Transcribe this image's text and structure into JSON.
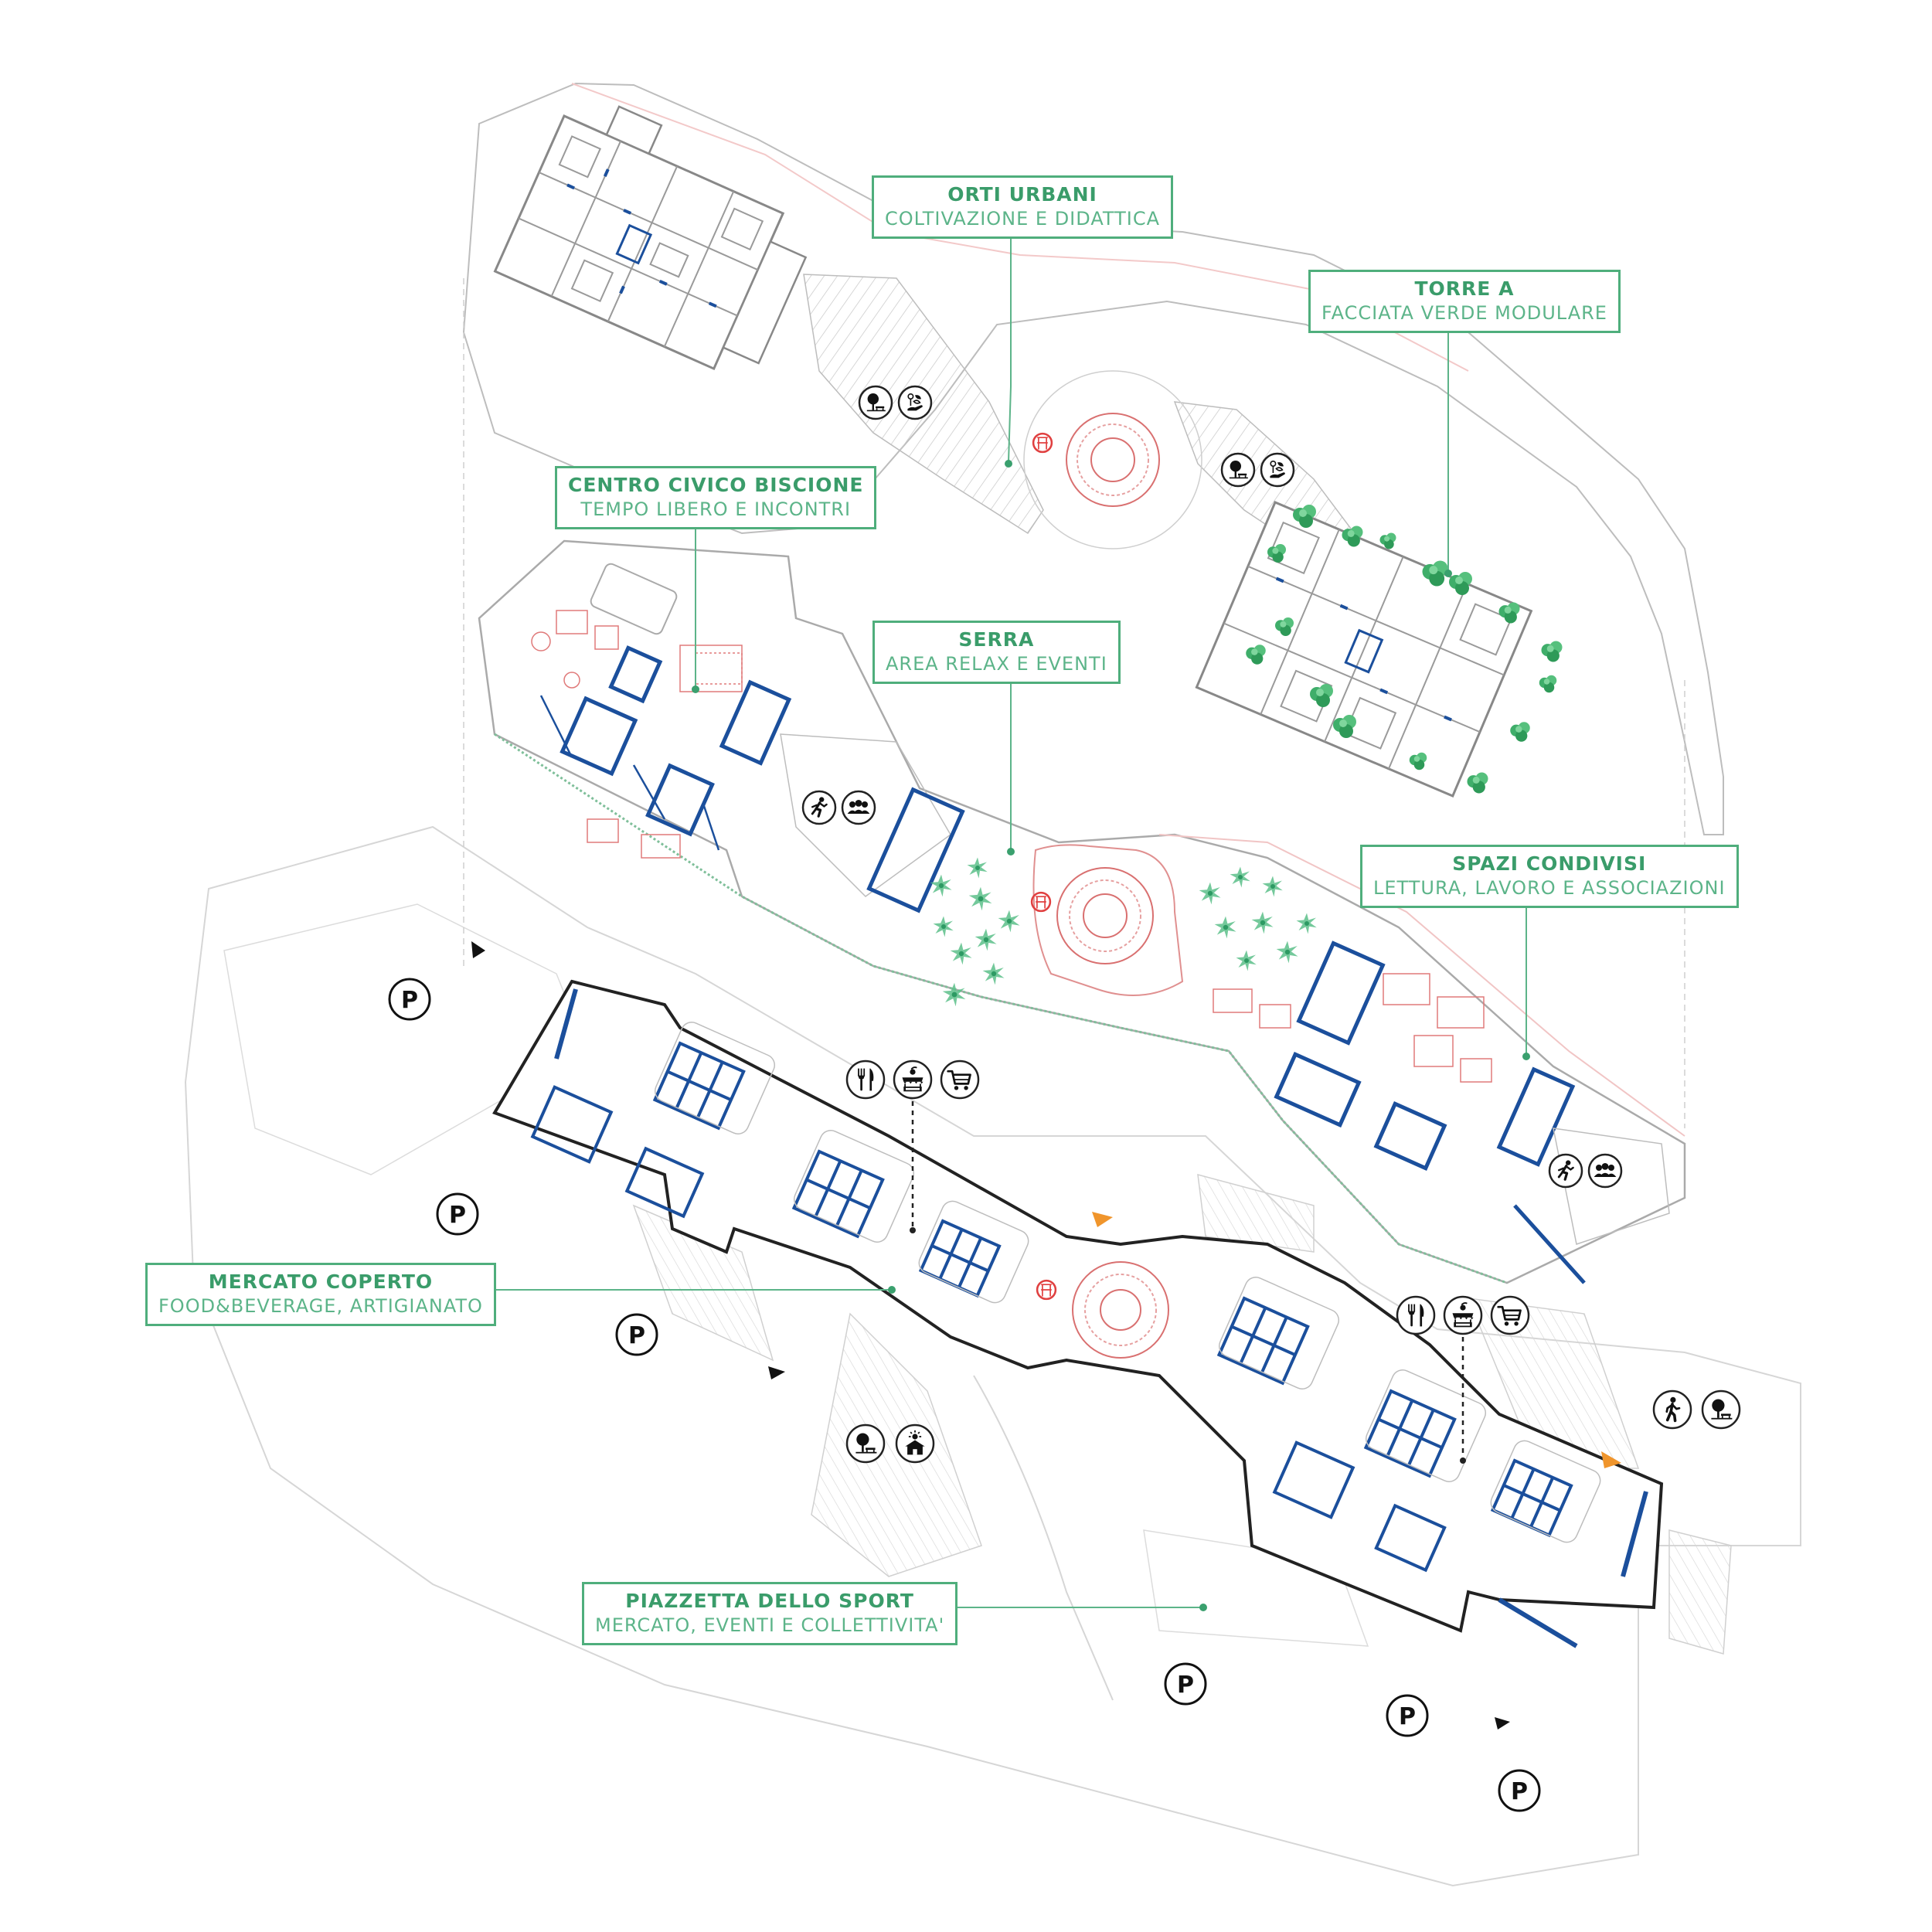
{
  "colors": {
    "accent_green": "#3a9c6a",
    "callout_border": "#4fae7c",
    "wall_blue": "#1b4f9c",
    "furniture_red": "#d96a6a",
    "outline_gray": "#a8a8a8",
    "arrow_orange": "#f0952c"
  },
  "callouts": [
    {
      "id": "orti",
      "title": "ORTI URBANI",
      "subtitle": "COLTIVAZIONE E DIDATTICA"
    },
    {
      "id": "torre",
      "title": "TORRE A",
      "subtitle": "FACCIATA VERDE MODULARE"
    },
    {
      "id": "civico",
      "title": "CENTRO CIVICO BISCIONE",
      "subtitle": "TEMPO LIBERO E INCONTRI"
    },
    {
      "id": "serra",
      "title": "SERRA",
      "subtitle": "AREA RELAX E EVENTI"
    },
    {
      "id": "spazi",
      "title": "SPAZI CONDIVISI",
      "subtitle": "LETTURA, LAVORO E ASSOCIAZIONI"
    },
    {
      "id": "mercato",
      "title": "MERCATO COPERTO",
      "subtitle": "FOOD&BEVERAGE, ARTIGIANATO"
    },
    {
      "id": "piazzetta",
      "title": "PIAZZETTA DELLO SPORT",
      "subtitle": "MERCATO, EVENTI E COLLETTIVITA'"
    }
  ],
  "parking": {
    "label": "P"
  },
  "icons": {
    "tree_bench": "tree-bench-icon",
    "plant_hand": "plant-hand-icon",
    "runner": "runner-icon",
    "group": "group-icon",
    "fork_knife": "fork-knife-icon",
    "market_stall": "market-stall-icon",
    "cart": "shopping-cart-icon",
    "sun_house": "sun-house-icon",
    "walker": "walker-icon"
  }
}
